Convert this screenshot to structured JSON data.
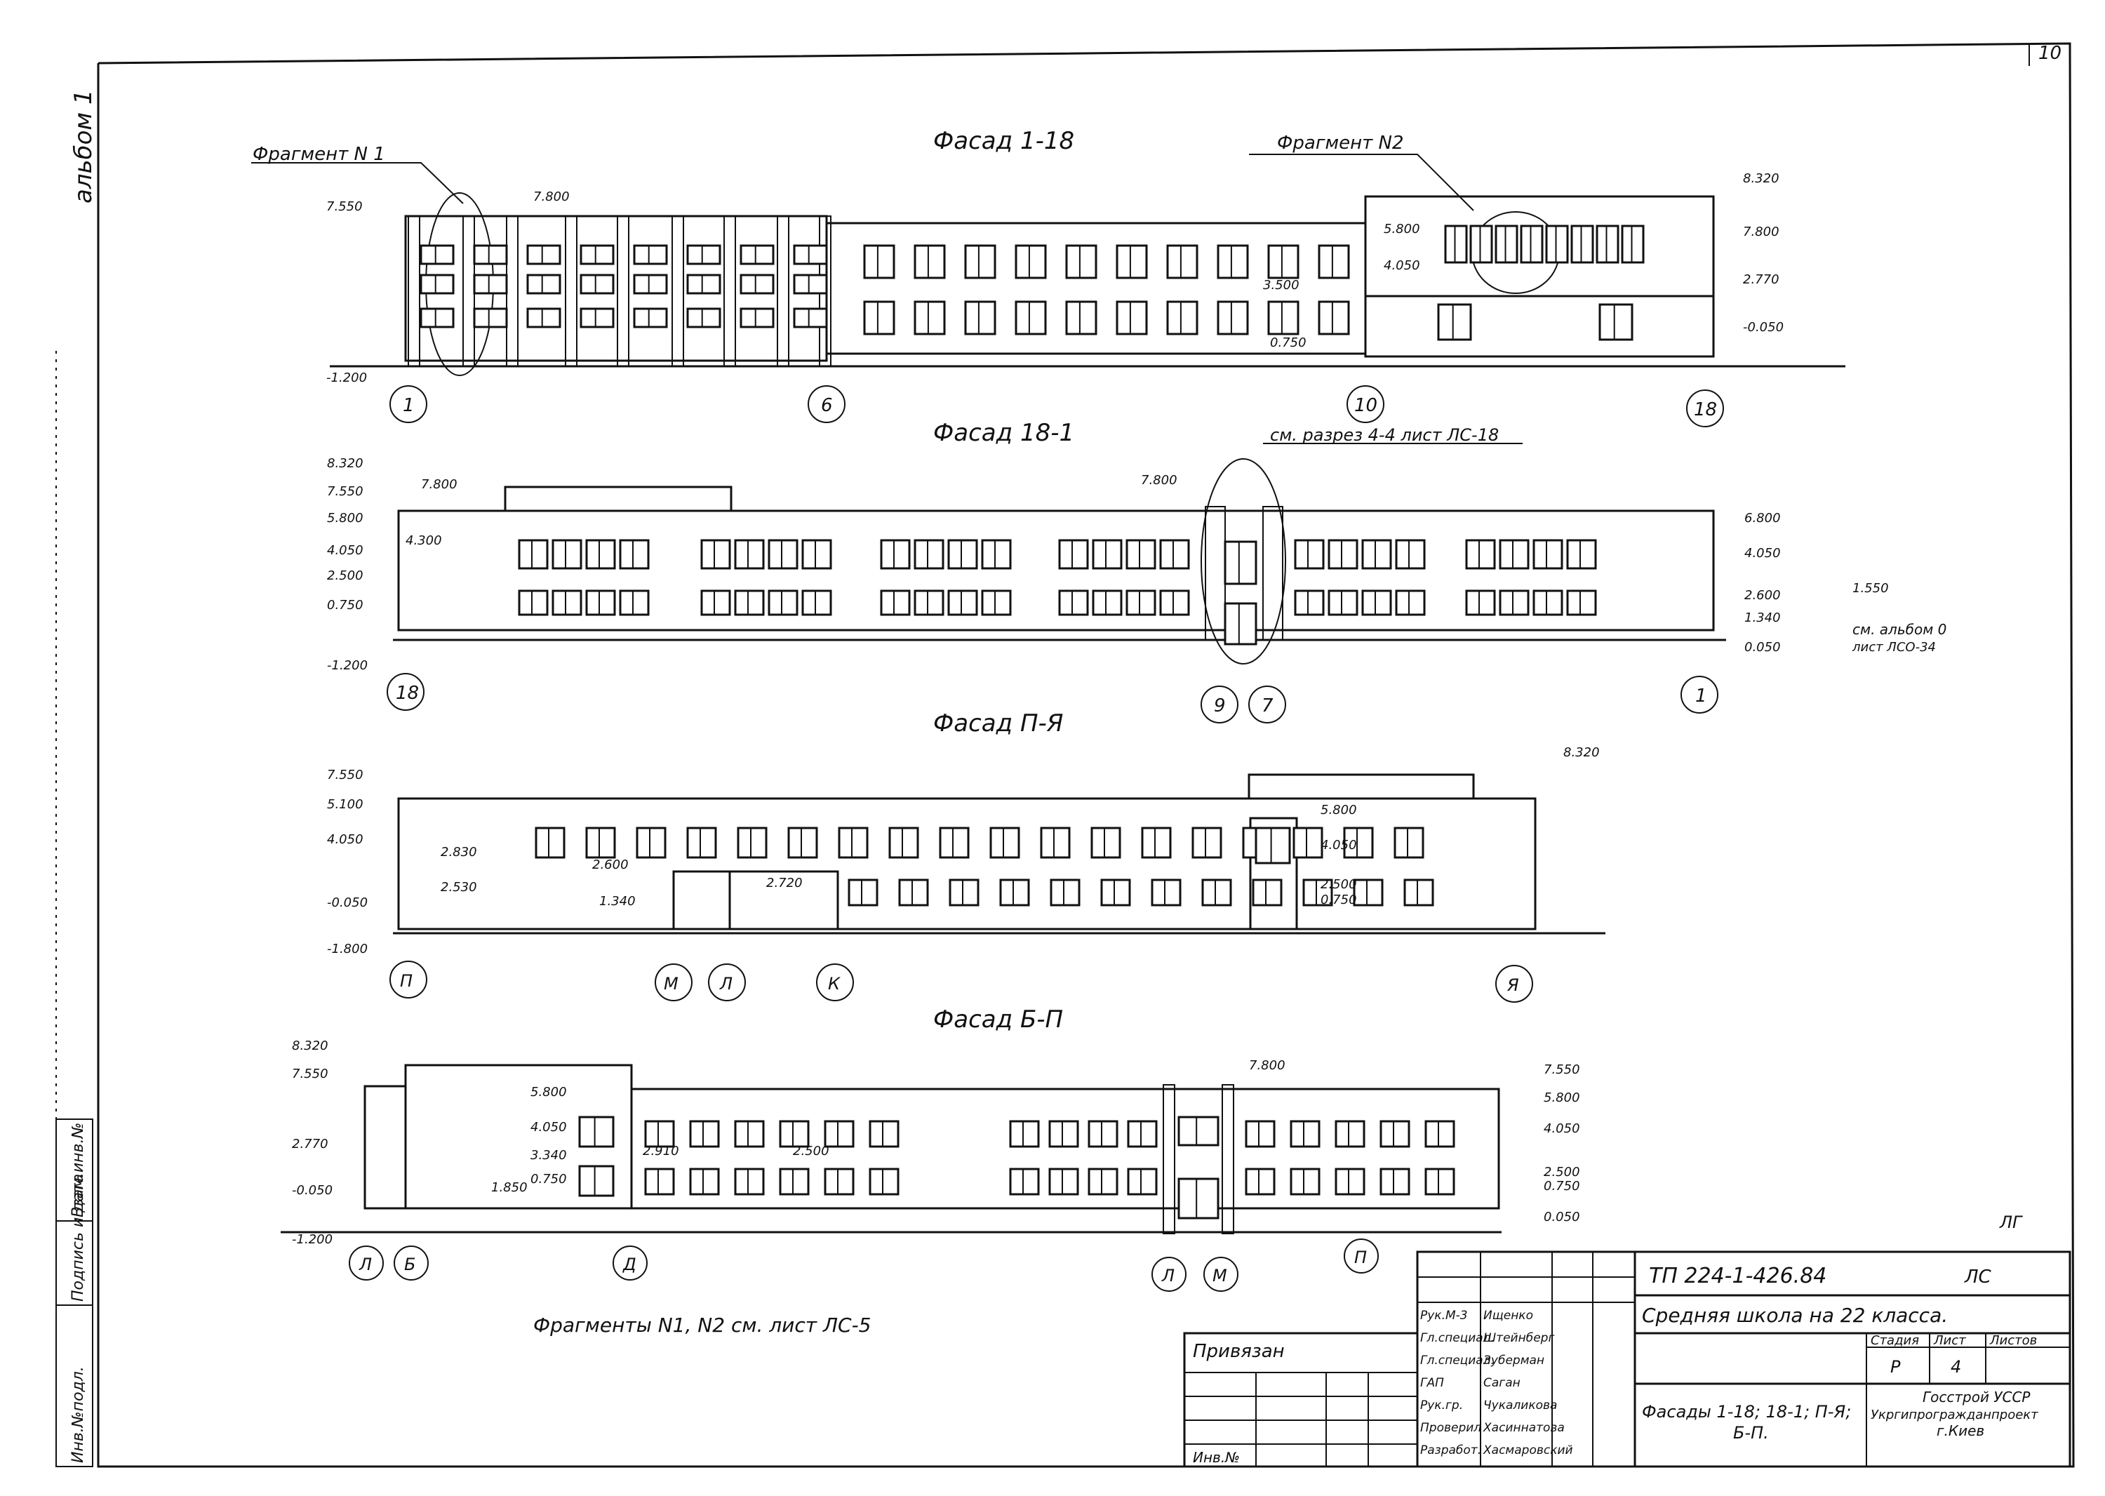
{
  "page": {
    "sheet_number": "10",
    "album_label": "альбом 1",
    "bottom_mark": "ЛГ"
  },
  "side_stamp": [
    "Инв.№подл.",
    "Подпись и дата",
    "Взам.инв.№"
  ],
  "facades": [
    {
      "title": "Фасад 1-18",
      "fragment_labels": [
        "Фрагмент N 1",
        "Фрагмент N2"
      ],
      "levels": [
        "7.550",
        "7.800",
        "-1.200",
        "5.800",
        "4.050",
        "3.500",
        "0.750",
        "8.320",
        "7.800",
        "2.770",
        "-0.050"
      ],
      "axes": [
        "1",
        "6",
        "10",
        "18"
      ]
    },
    {
      "title": "Фасад 18-1",
      "section_note": "см. разрез 4-4 лист ЛС-18",
      "album_note": [
        "см. альбом 0",
        "лист ЛСО-34"
      ],
      "levels": [
        "8.320",
        "7.550",
        "5.800",
        "4.050",
        "2.500",
        "0.750",
        "-1.200",
        "7.800",
        "4.300",
        "7.800",
        "6.800",
        "4.050",
        "2.600",
        "1.340",
        "1.550",
        "0.050"
      ],
      "axes": [
        "18",
        "9",
        "7",
        "1"
      ]
    },
    {
      "title": "Фасад П-Я",
      "levels": [
        "7.550",
        "5.100",
        "4.050",
        "2.830",
        "2.530",
        "-0.050",
        "-1.800",
        "2.600",
        "1.340",
        "2.720",
        "8.320",
        "5.800",
        "4.050",
        "2.500",
        "0.750"
      ],
      "axes": [
        "П",
        "М",
        "Л",
        "К",
        "Я"
      ]
    },
    {
      "title": "Фасад Б-П",
      "levels": [
        "8.320",
        "7.550",
        "2.770",
        "-0.050",
        "-1.200",
        "5.800",
        "4.050",
        "3.340",
        "0.750",
        "1.850",
        "2.910",
        "2.500",
        "7.800",
        "7.550",
        "5.800",
        "4.050",
        "2.500",
        "0.750",
        "0.050"
      ],
      "axes": [
        "Л",
        "Б",
        "Д",
        "Л",
        "М",
        "П"
      ]
    }
  ],
  "footnote": "Фрагменты N1, N2 см. лист ЛС-5",
  "title_block": {
    "project_code": "ТП 224-1-426.84",
    "mark": "ЛС",
    "project_name": "Средняя школа на 22 класса.",
    "sheet_title": [
      "Фасады 1-18; 18-1; П-Я;",
      "Б-П."
    ],
    "stage_headers": [
      "Стадия",
      "Лист",
      "Листов"
    ],
    "stage": "Р",
    "sheet": "4",
    "organization": [
      "Госстрой УССР",
      "Укргипрогражданпроект",
      "г.Киев"
    ],
    "tied_label": "Привязан",
    "inv_label": "Инв.№",
    "roles": [
      {
        "role": "Рук.М-3",
        "name": "Ищенко"
      },
      {
        "role": "Гл.специал.",
        "name": "Штейнберг"
      },
      {
        "role": "Гл.специал.",
        "name": "Зуберман"
      },
      {
        "role": "ГАП",
        "name": "Саган"
      },
      {
        "role": "Рук.гр.",
        "name": "Чукаликова"
      },
      {
        "role": "Проверил",
        "name": "Хасиннатова"
      },
      {
        "role": "Разработ.",
        "name": "Хасмаровский"
      }
    ]
  }
}
